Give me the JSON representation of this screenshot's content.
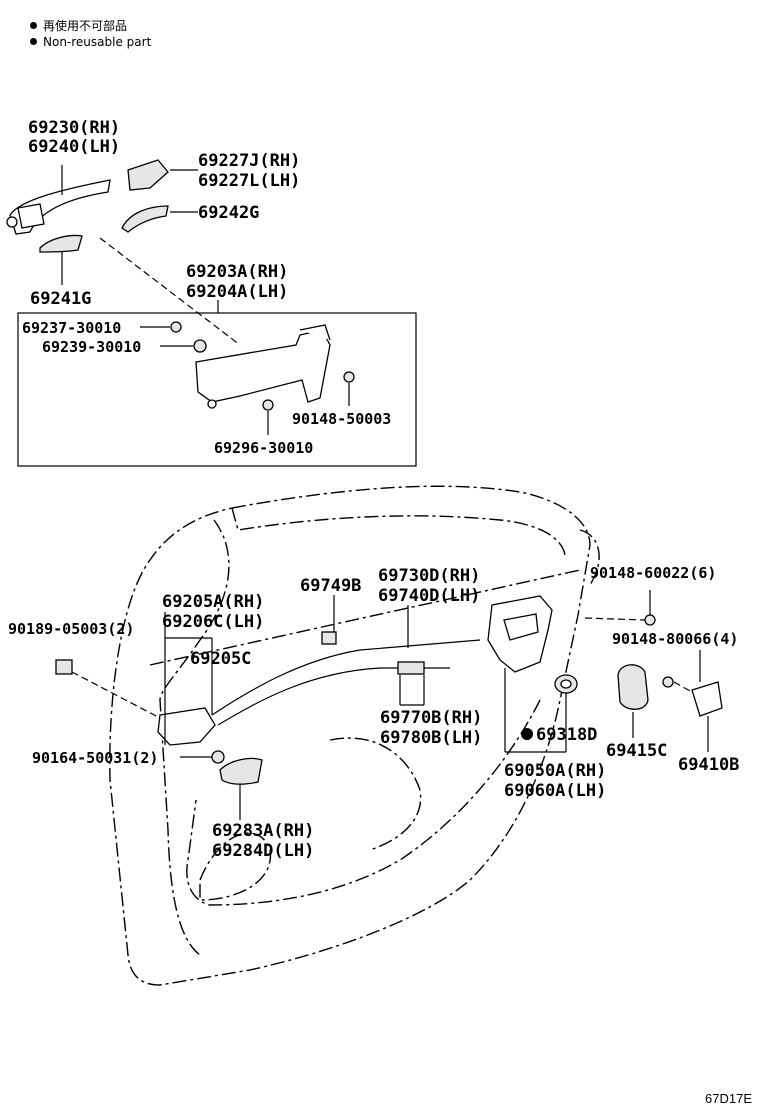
{
  "legend": {
    "jp": "再使用不可部品",
    "en": "Non-reusable part"
  },
  "labels": {
    "l69230": "69230(RH)",
    "l69240": "69240(LH)",
    "l69227J": "69227J(RH)",
    "l69227L": "69227L(LH)",
    "l69242G": "69242G",
    "l69241G": "69241G",
    "l69203A": "69203A(RH)",
    "l69204A": "69204A(LH)",
    "l69237": "69237-30010",
    "l69239": "69239-30010",
    "l90148_50003": "90148-50003",
    "l69296": "69296-30010",
    "l90148_60022": "90148-60022(6)",
    "l90148_80066": "90148-80066(4)",
    "l69749B": "69749B",
    "l69730D": "69730D(RH)",
    "l69740D": "69740D(LH)",
    "l69205A": "69205A(RH)",
    "l69206C": "69206C(LH)",
    "l69205C": "69205C",
    "l90189": "90189-05003(2)",
    "l69770B": "69770B(RH)",
    "l69780B": "69780B(LH)",
    "l69318D": "69318D",
    "l69415C": "69415C",
    "l69410B": "69410B",
    "l90164": "90164-50031(2)",
    "l69050A": "69050A(RH)",
    "l69060A": "69060A(LH)",
    "l69283A": "69283A(RH)",
    "l69284D": "69284D(LH)"
  },
  "figure_code": "67D17E"
}
